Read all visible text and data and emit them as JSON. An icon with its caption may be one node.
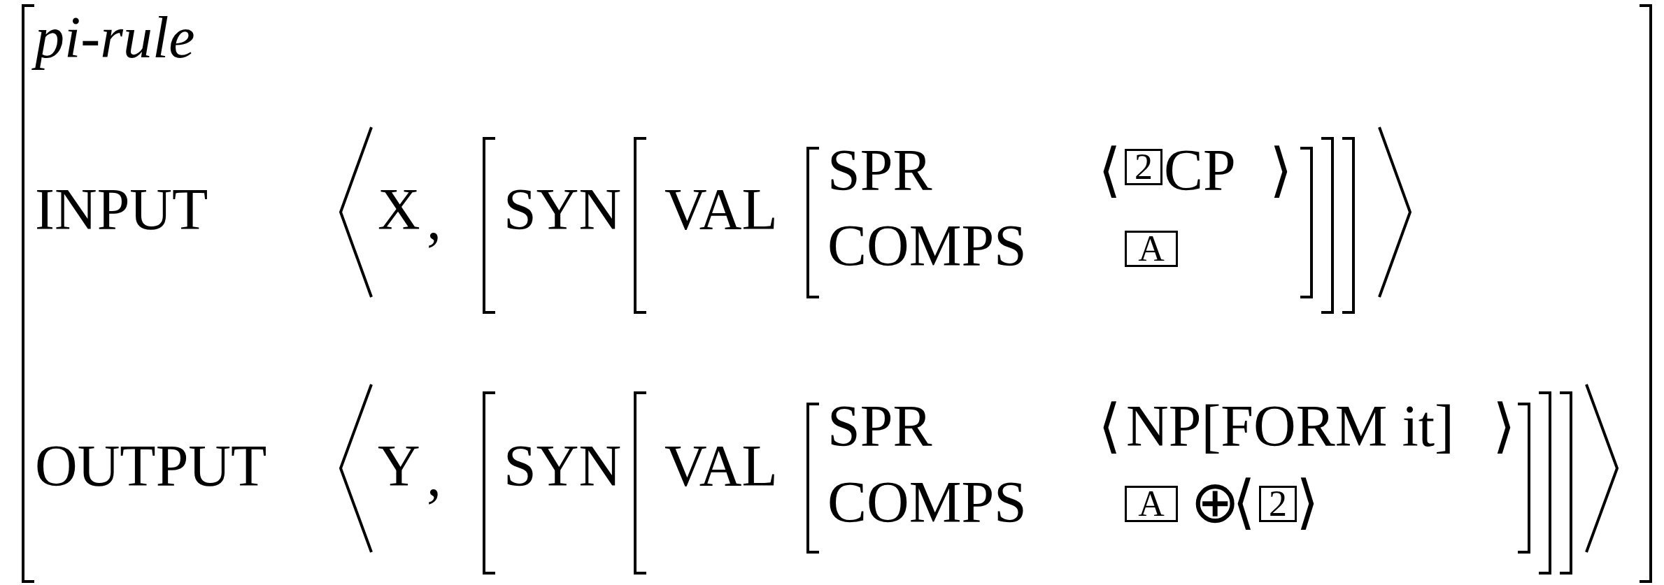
{
  "diagram": {
    "nodes": [
      {
        "text": [
          "2"
        ]
      },
      {
        "text": [
          "A"
        ]
      },
      {
        "text": [
          "A"
        ]
      },
      {
        "text": [
          "2"
        ]
      }
    ],
    "labels": [
      "pi-rule",
      "INPUT",
      "X",
      ",",
      "SYN",
      "VAL",
      "SPR",
      "⟨",
      "CP",
      "⟩",
      "COMPS",
      "OUTPUT",
      "Y",
      ",",
      "SYN",
      "VAL",
      "SPR",
      "⟨",
      "NP[FORM it]",
      "⟩",
      "COMPS",
      "⊕",
      "⟨",
      "⟩"
    ]
  }
}
